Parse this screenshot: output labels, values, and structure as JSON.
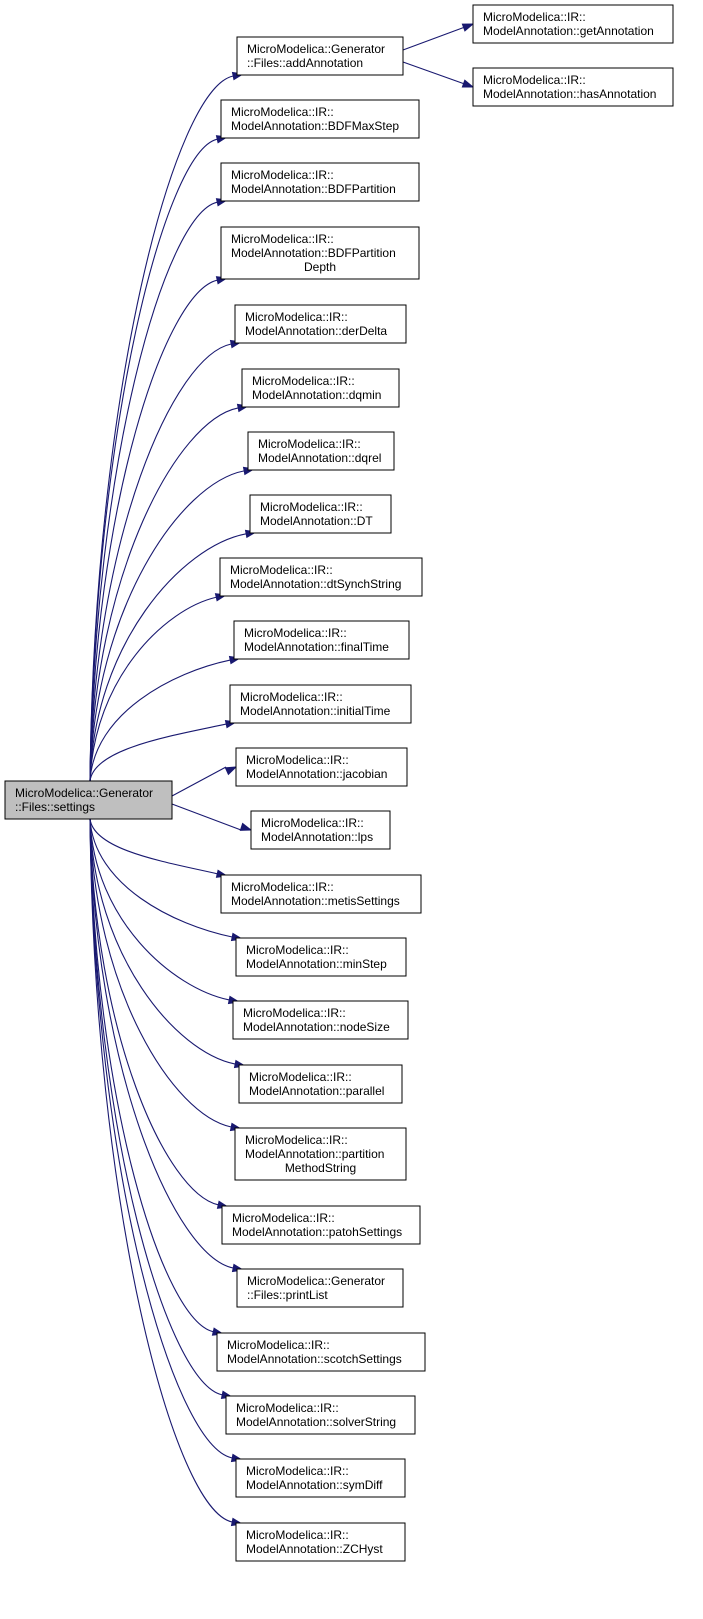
{
  "diagram": {
    "type": "call-graph",
    "colors": {
      "edge": "#191970",
      "root_fill": "#bfbfbf",
      "node_fill": "#ffffff",
      "border": "#000000"
    },
    "nodes": [
      {
        "id": "settings",
        "lines": [
          "MicroModelica::Generator",
          "::Files::settings"
        ],
        "root": true
      },
      {
        "id": "addAnnotation",
        "lines": [
          "MicroModelica::Generator",
          "::Files::addAnnotation"
        ]
      },
      {
        "id": "getAnnotation",
        "lines": [
          "MicroModelica::IR::",
          "ModelAnnotation::getAnnotation"
        ]
      },
      {
        "id": "hasAnnotation",
        "lines": [
          "MicroModelica::IR::",
          "ModelAnnotation::hasAnnotation"
        ]
      },
      {
        "id": "BDFMaxStep",
        "lines": [
          "MicroModelica::IR::",
          "ModelAnnotation::BDFMaxStep"
        ]
      },
      {
        "id": "BDFPartition",
        "lines": [
          "MicroModelica::IR::",
          "ModelAnnotation::BDFPartition"
        ]
      },
      {
        "id": "BDFPartitionDepth",
        "lines": [
          "MicroModelica::IR::",
          "ModelAnnotation::BDFPartition",
          "Depth"
        ]
      },
      {
        "id": "derDelta",
        "lines": [
          "MicroModelica::IR::",
          "ModelAnnotation::derDelta"
        ]
      },
      {
        "id": "dqmin",
        "lines": [
          "MicroModelica::IR::",
          "ModelAnnotation::dqmin"
        ]
      },
      {
        "id": "dqrel",
        "lines": [
          "MicroModelica::IR::",
          "ModelAnnotation::dqrel"
        ]
      },
      {
        "id": "DT",
        "lines": [
          "MicroModelica::IR::",
          "ModelAnnotation::DT"
        ]
      },
      {
        "id": "dtSynchString",
        "lines": [
          "MicroModelica::IR::",
          "ModelAnnotation::dtSynchString"
        ]
      },
      {
        "id": "finalTime",
        "lines": [
          "MicroModelica::IR::",
          "ModelAnnotation::finalTime"
        ]
      },
      {
        "id": "initialTime",
        "lines": [
          "MicroModelica::IR::",
          "ModelAnnotation::initialTime"
        ]
      },
      {
        "id": "jacobian",
        "lines": [
          "MicroModelica::IR::",
          "ModelAnnotation::jacobian"
        ]
      },
      {
        "id": "lps",
        "lines": [
          "MicroModelica::IR::",
          "ModelAnnotation::lps"
        ]
      },
      {
        "id": "metisSettings",
        "lines": [
          "MicroModelica::IR::",
          "ModelAnnotation::metisSettings"
        ]
      },
      {
        "id": "minStep",
        "lines": [
          "MicroModelica::IR::",
          "ModelAnnotation::minStep"
        ]
      },
      {
        "id": "nodeSize",
        "lines": [
          "MicroModelica::IR::",
          "ModelAnnotation::nodeSize"
        ]
      },
      {
        "id": "parallel",
        "lines": [
          "MicroModelica::IR::",
          "ModelAnnotation::parallel"
        ]
      },
      {
        "id": "partitionMethodString",
        "lines": [
          "MicroModelica::IR::",
          "ModelAnnotation::partition",
          "MethodString"
        ]
      },
      {
        "id": "patohSettings",
        "lines": [
          "MicroModelica::IR::",
          "ModelAnnotation::patohSettings"
        ]
      },
      {
        "id": "printList",
        "lines": [
          "MicroModelica::Generator",
          "::Files::printList"
        ]
      },
      {
        "id": "scotchSettings",
        "lines": [
          "MicroModelica::IR::",
          "ModelAnnotation::scotchSettings"
        ]
      },
      {
        "id": "solverString",
        "lines": [
          "MicroModelica::IR::",
          "ModelAnnotation::solverString"
        ]
      },
      {
        "id": "symDiff",
        "lines": [
          "MicroModelica::IR::",
          "ModelAnnotation::symDiff"
        ]
      },
      {
        "id": "ZCHyst",
        "lines": [
          "MicroModelica::IR::",
          "ModelAnnotation::ZCHyst"
        ]
      }
    ],
    "edges": [
      [
        "settings",
        "addAnnotation"
      ],
      [
        "addAnnotation",
        "getAnnotation"
      ],
      [
        "addAnnotation",
        "hasAnnotation"
      ],
      [
        "settings",
        "BDFMaxStep"
      ],
      [
        "settings",
        "BDFPartition"
      ],
      [
        "settings",
        "BDFPartitionDepth"
      ],
      [
        "settings",
        "derDelta"
      ],
      [
        "settings",
        "dqmin"
      ],
      [
        "settings",
        "dqrel"
      ],
      [
        "settings",
        "DT"
      ],
      [
        "settings",
        "dtSynchString"
      ],
      [
        "settings",
        "finalTime"
      ],
      [
        "settings",
        "initialTime"
      ],
      [
        "settings",
        "jacobian"
      ],
      [
        "settings",
        "lps"
      ],
      [
        "settings",
        "metisSettings"
      ],
      [
        "settings",
        "minStep"
      ],
      [
        "settings",
        "nodeSize"
      ],
      [
        "settings",
        "parallel"
      ],
      [
        "settings",
        "partitionMethodString"
      ],
      [
        "settings",
        "patohSettings"
      ],
      [
        "settings",
        "printList"
      ],
      [
        "settings",
        "scotchSettings"
      ],
      [
        "settings",
        "solverString"
      ],
      [
        "settings",
        "symDiff"
      ],
      [
        "settings",
        "ZCHyst"
      ]
    ]
  }
}
